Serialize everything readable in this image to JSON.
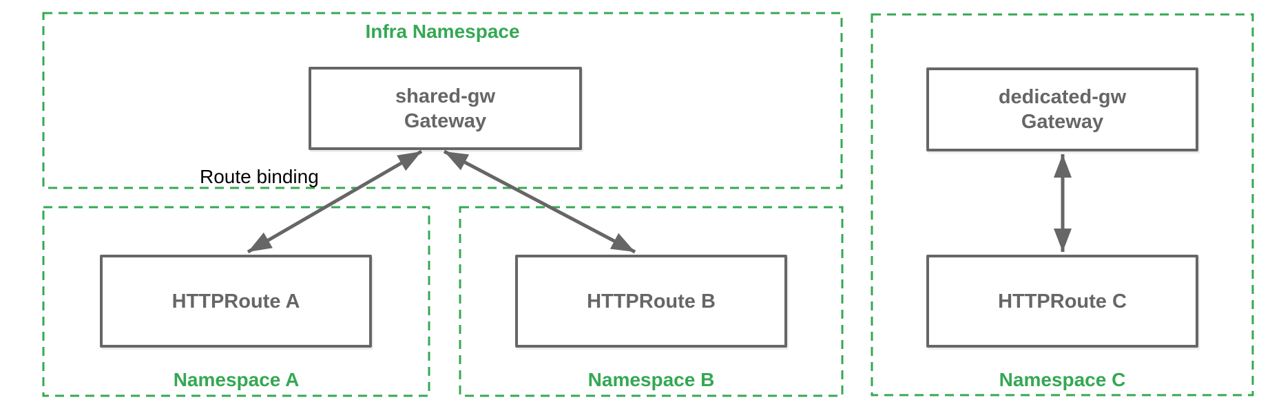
{
  "colors": {
    "namespace_green": "#34a853",
    "node_gray": "#666666",
    "annotation_black": "#000000",
    "background": "#ffffff"
  },
  "namespaces": {
    "infra": {
      "label": "Infra Namespace"
    },
    "a": {
      "label": "Namespace A"
    },
    "b": {
      "label": "Namespace B"
    },
    "c": {
      "label": "Namespace C"
    }
  },
  "nodes": {
    "shared_gw": {
      "line1": "shared-gw",
      "line2": "Gateway"
    },
    "dedicated_gw": {
      "line1": "dedicated-gw",
      "line2": "Gateway"
    },
    "httproute_a": {
      "line1": "HTTPRoute A"
    },
    "httproute_b": {
      "line1": "HTTPRoute B"
    },
    "httproute_c": {
      "line1": "HTTPRoute C"
    }
  },
  "annotations": {
    "route_binding": "Route binding"
  },
  "edges": [
    {
      "from": "httproute_a",
      "to": "shared_gw",
      "style": "double-arrow",
      "label": "Route binding"
    },
    {
      "from": "httproute_b",
      "to": "shared_gw",
      "style": "double-arrow",
      "label": ""
    },
    {
      "from": "httproute_c",
      "to": "dedicated_gw",
      "style": "double-arrow",
      "label": ""
    }
  ]
}
